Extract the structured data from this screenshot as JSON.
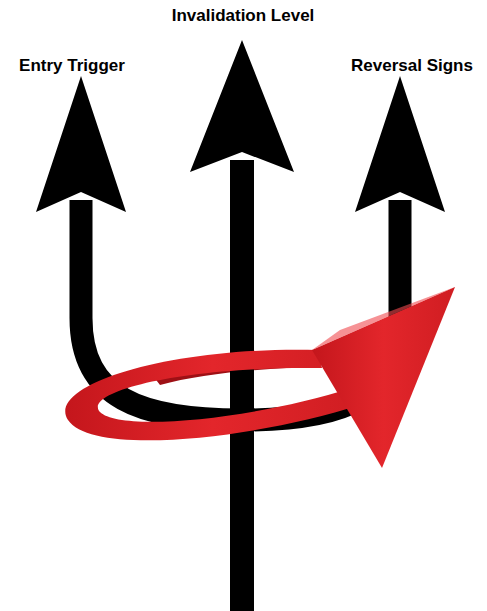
{
  "diagram": {
    "labels": [
      "Entry Trigger",
      "Invalidation Level",
      "Reversal Signs"
    ]
  }
}
